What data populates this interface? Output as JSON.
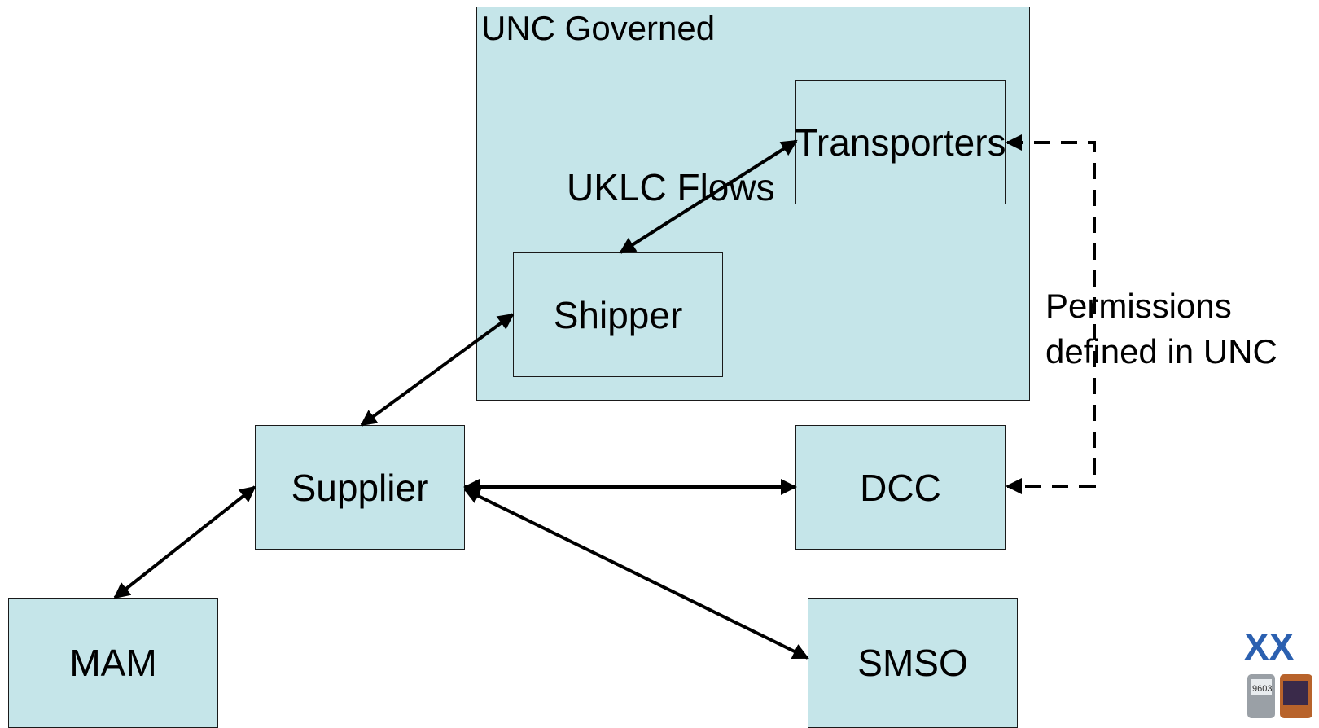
{
  "group": {
    "title": "UNC Governed"
  },
  "nodes": {
    "transporters": "Transporters",
    "shipper": "Shipper",
    "supplier": "Supplier",
    "dcc": "DCC",
    "mam": "MAM",
    "smso": "SMSO"
  },
  "flow_label": "UKLC Flows",
  "permissions_label": {
    "line1": "Permissions",
    "line2": "defined in UNC"
  },
  "colors": {
    "box_fill": "#c5e5e9",
    "stroke": "#000000",
    "logo_blue": "#2b60b0"
  },
  "logo": {
    "meter_reading": "9603"
  }
}
